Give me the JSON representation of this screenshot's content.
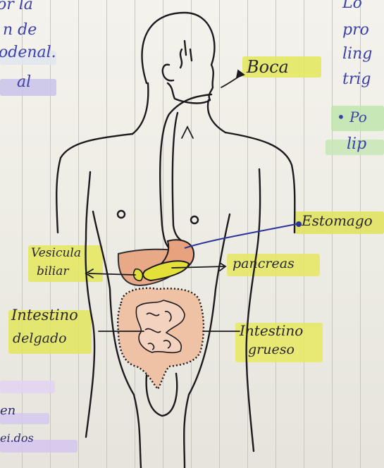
{
  "left_notes": [
    "or la",
    "n de",
    "odenal.",
    "al",
    "en",
    "ei.dos"
  ],
  "right_notes": [
    "Lo",
    "pro",
    "ling",
    "trig",
    "• Po",
    "lip"
  ],
  "labels": {
    "boca": "Boca",
    "estomago": "Estomago",
    "vesicula_line1": "Vesicula",
    "vesicula_line2": "biliar",
    "pancreas": "pancreas",
    "intestino_delgado_line1": "Intestino",
    "intestino_delgado_line2": "delgado",
    "intestino_grueso_line1": "Intestino",
    "intestino_grueso_line2": "grueso"
  },
  "colors": {
    "highlight_yellow": "#e6ea5a",
    "highlight_green": "#b9e2a4",
    "highlight_purple": "#d9c9ee",
    "ink": "#1c1a1e",
    "blue_ink": "#2c3499",
    "organ_orange": "#e8a27e",
    "gallbladder_yellow": "#e3e039"
  }
}
